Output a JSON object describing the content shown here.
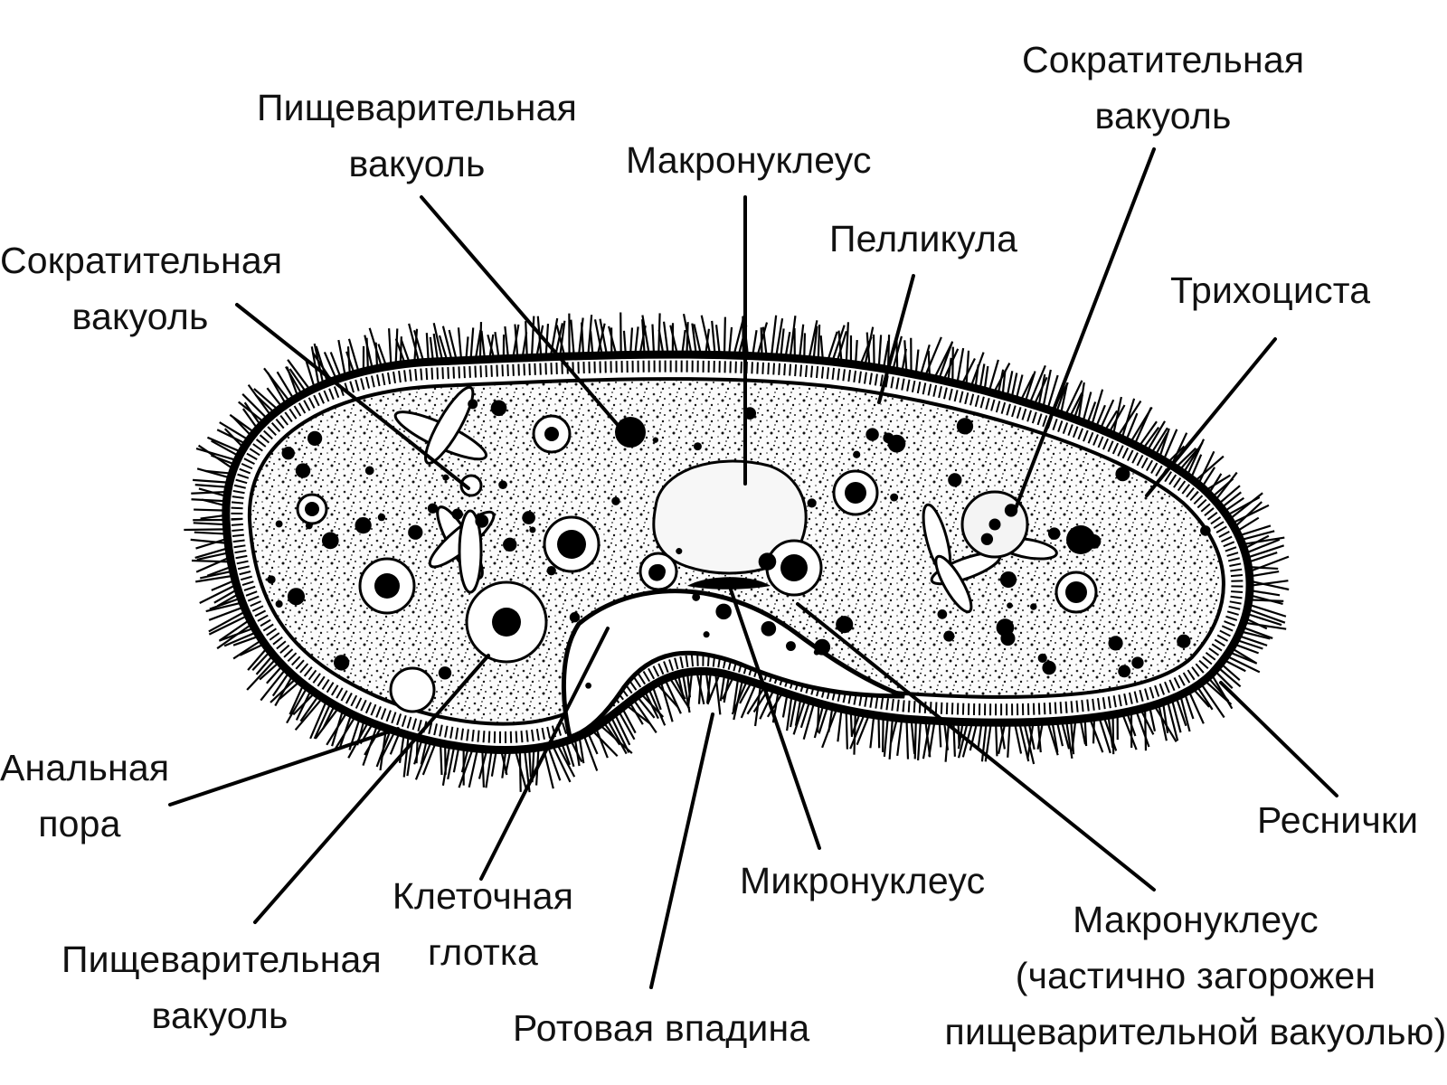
{
  "labels": {
    "digestive_vacuole_top": [
      "Пищеварительная",
      "вакуоль"
    ],
    "contractile_vacuole_left": [
      "Сократительная",
      "вакуоль"
    ],
    "macronucleus_top": "Макронуклеус",
    "pellicle": "Пелликула",
    "contractile_vacuole_right": [
      "Сократительная",
      "вакуоль"
    ],
    "trichocyst": "Трихоциста",
    "anal_pore": [
      "Анальная",
      "пора"
    ],
    "cilia": "Реснички",
    "digestive_vacuole_bottom": [
      "Пищеварительная",
      "вакуоль"
    ],
    "cell_pharynx": [
      "Клеточная",
      "глотка"
    ],
    "oral_groove": "Ротовая впадина",
    "micronucleus": "Микронуклеус",
    "macronucleus_bottom": [
      "Макронуклеус",
      "(частично загорожен",
      "пищеварительной вакуолью)"
    ]
  }
}
